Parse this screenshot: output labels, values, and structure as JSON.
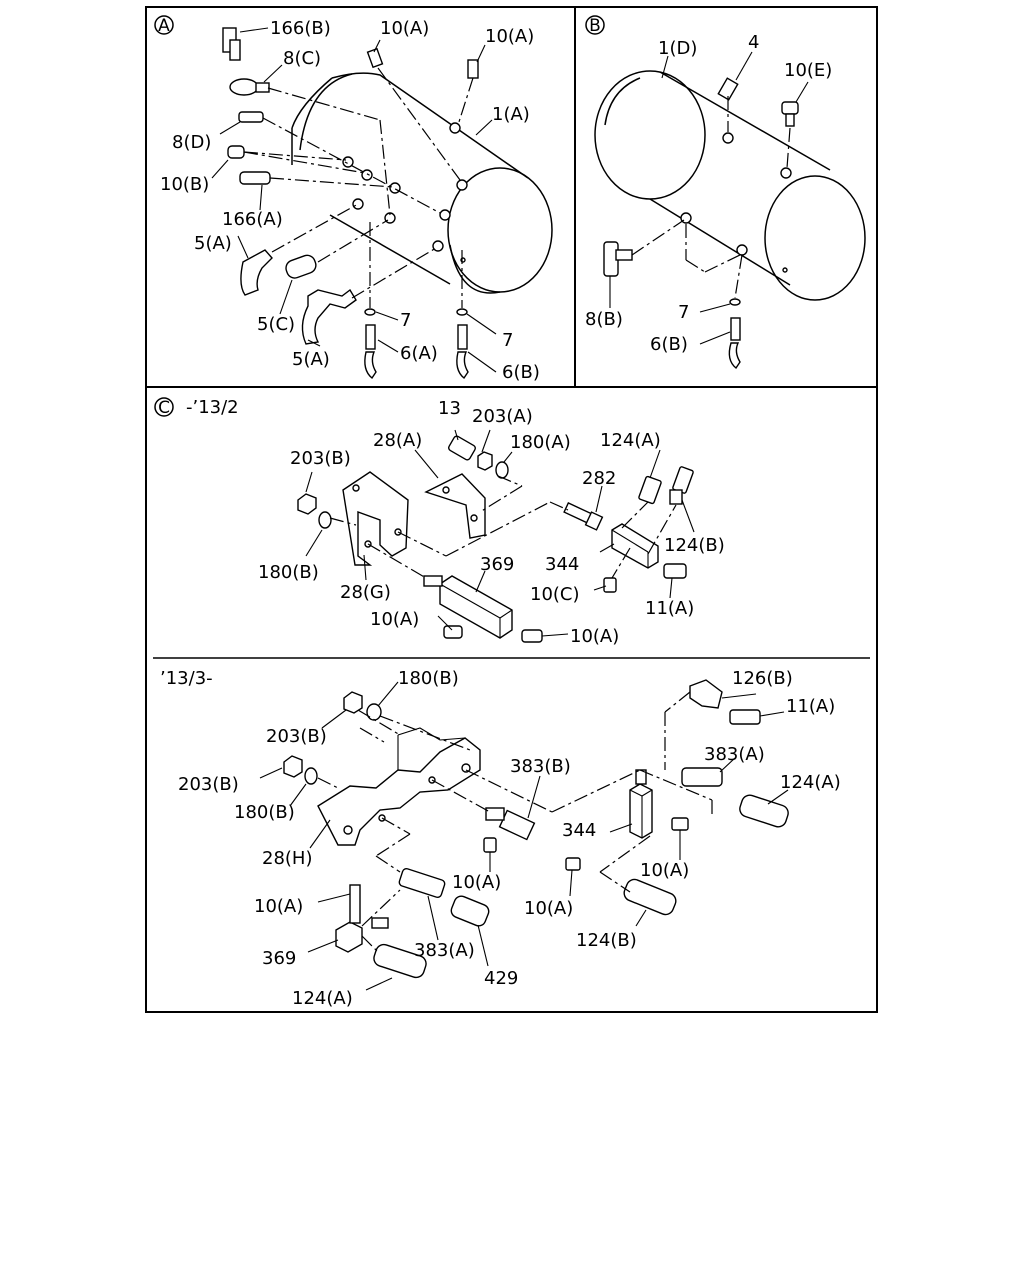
{
  "sections": {
    "a": {
      "marker": "A",
      "labels": [
        {
          "id": "166b",
          "text": "166(B)"
        },
        {
          "id": "10a_1",
          "text": "10(A)"
        },
        {
          "id": "10a_2",
          "text": "10(A)"
        },
        {
          "id": "8c",
          "text": "8(C)"
        },
        {
          "id": "1a",
          "text": "1(A)"
        },
        {
          "id": "8d",
          "text": "8(D)"
        },
        {
          "id": "10b",
          "text": "10(B)"
        },
        {
          "id": "166a",
          "text": "166(A)"
        },
        {
          "id": "5a_1",
          "text": "5(A)"
        },
        {
          "id": "5c",
          "text": "5(C)"
        },
        {
          "id": "5a_2",
          "text": "5(A)"
        },
        {
          "id": "7_1",
          "text": "7"
        },
        {
          "id": "7_2",
          "text": "7"
        },
        {
          "id": "6a",
          "text": "6(A)"
        },
        {
          "id": "6b",
          "text": "6(B)"
        }
      ]
    },
    "b": {
      "marker": "B",
      "labels": [
        {
          "id": "1d",
          "text": "1(D)"
        },
        {
          "id": "4",
          "text": "4"
        },
        {
          "id": "10e",
          "text": "10(E)"
        },
        {
          "id": "8b",
          "text": "8(B)"
        },
        {
          "id": "7",
          "text": "7"
        },
        {
          "id": "6b",
          "text": "6(B)"
        }
      ]
    },
    "c": {
      "marker": "C",
      "heading": "-’13/2",
      "labels": [
        {
          "id": "13",
          "text": "13"
        },
        {
          "id": "203a",
          "text": "203(A)"
        },
        {
          "id": "28a",
          "text": "28(A)"
        },
        {
          "id": "180a",
          "text": "180(A)"
        },
        {
          "id": "124a",
          "text": "124(A)"
        },
        {
          "id": "203b",
          "text": "203(B)"
        },
        {
          "id": "282",
          "text": "282"
        },
        {
          "id": "124b",
          "text": "124(B)"
        },
        {
          "id": "344",
          "text": "344"
        },
        {
          "id": "369",
          "text": "369"
        },
        {
          "id": "180b",
          "text": "180(B)"
        },
        {
          "id": "10c",
          "text": "10(C)"
        },
        {
          "id": "28g",
          "text": "28(G)"
        },
        {
          "id": "11a",
          "text": "11(A)"
        },
        {
          "id": "10a_1",
          "text": "10(A)"
        },
        {
          "id": "10a_2",
          "text": "10(A)"
        }
      ]
    },
    "d": {
      "heading": "’13/3-",
      "labels": [
        {
          "id": "180b_1",
          "text": "180(B)"
        },
        {
          "id": "126b",
          "text": "126(B)"
        },
        {
          "id": "11a",
          "text": "11(A)"
        },
        {
          "id": "203b_1",
          "text": "203(B)"
        },
        {
          "id": "383a_1",
          "text": "383(A)"
        },
        {
          "id": "383b",
          "text": "383(B)"
        },
        {
          "id": "203b_2",
          "text": "203(B)"
        },
        {
          "id": "124a_1",
          "text": "124(A)"
        },
        {
          "id": "180b_2",
          "text": "180(B)"
        },
        {
          "id": "344",
          "text": "344"
        },
        {
          "id": "28h",
          "text": "28(H)"
        },
        {
          "id": "10a_1",
          "text": "10(A)"
        },
        {
          "id": "10a_2",
          "text": "10(A)"
        },
        {
          "id": "10a_3",
          "text": "10(A)"
        },
        {
          "id": "10a_4",
          "text": "10(A)"
        },
        {
          "id": "124b",
          "text": "124(B)"
        },
        {
          "id": "369",
          "text": "369"
        },
        {
          "id": "383a_2",
          "text": "383(A)"
        },
        {
          "id": "429",
          "text": "429"
        },
        {
          "id": "124a_2",
          "text": "124(A)"
        }
      ]
    }
  }
}
